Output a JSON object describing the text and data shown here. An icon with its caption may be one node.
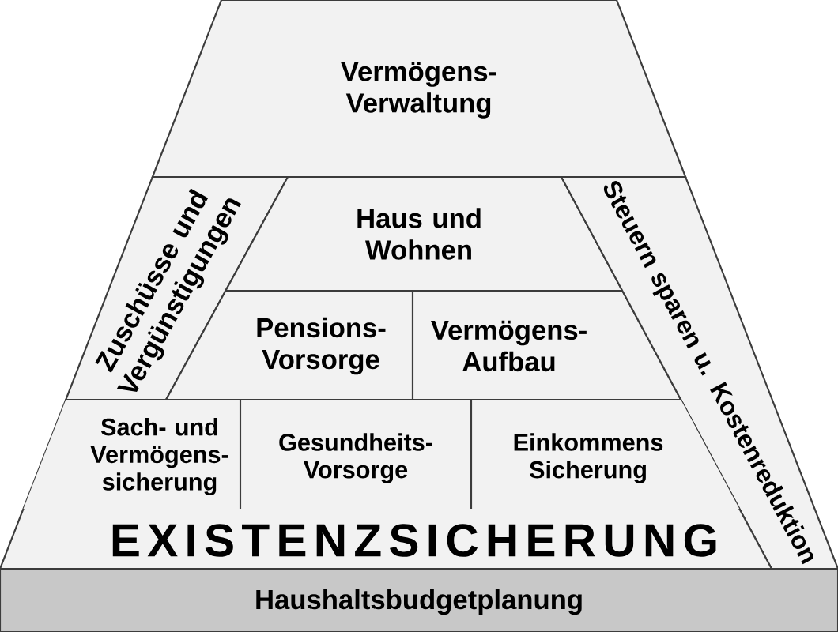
{
  "diagram": {
    "nodes": [
      {
        "text": [
          "Vermögens-Verwaltung"
        ]
      },
      {
        "text": [
          "Zuschüsse und Vergünstigungen"
        ]
      },
      {
        "text": [
          "Haus und Wohnen"
        ]
      },
      {
        "text": [
          "Pensions-Vorsorge"
        ]
      },
      {
        "text": [
          "Vermögens-Aufbau"
        ]
      },
      {
        "text": [
          "Steuern sparen u. Kostenreduktion"
        ]
      },
      {
        "text": [
          "EXISTENZSICHERUNG"
        ]
      },
      {
        "text": [
          "Sach- und Vermögens-sicherung"
        ],
        "in": 6
      },
      {
        "text": [
          "Gesundheits-Vorsorge"
        ],
        "in": 6
      },
      {
        "text": [
          "Einkommens Sicherung"
        ],
        "in": 6
      },
      {
        "text": [
          "Haushaltsbudgetplanung"
        ]
      }
    ]
  }
}
